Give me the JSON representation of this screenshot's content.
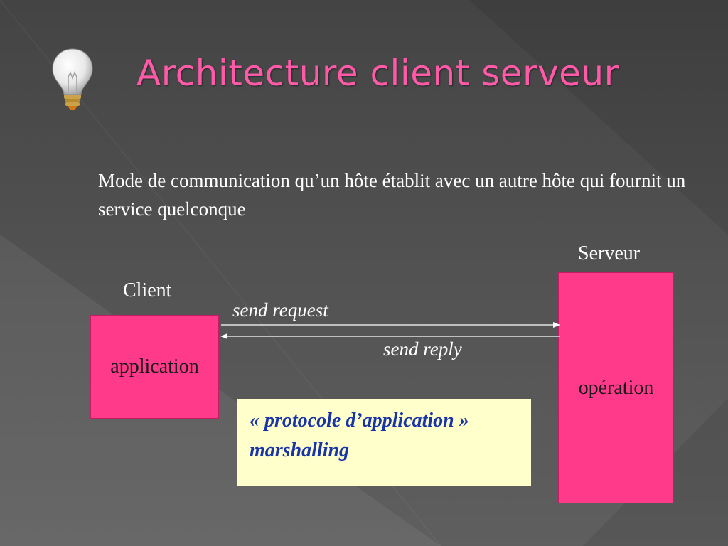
{
  "slide": {
    "title": "Architecture client serveur",
    "description": "Mode de communication qu’un hôte établit avec un autre hôte qui fournit un service quelconque"
  },
  "diagram": {
    "client": {
      "label": "Client",
      "box_text": "application"
    },
    "server": {
      "label": "Serveur",
      "box_text": "opération"
    },
    "messages": {
      "request": "send request",
      "reply": "send reply"
    },
    "protocol_note": {
      "line1": "« protocole d’application »",
      "line2": "marshalling"
    }
  },
  "colors": {
    "background": "#4a4a4a",
    "title": "#ff5aa8",
    "box_fill": "#ff3a8a",
    "note_fill": "#ffffcc",
    "note_text": "#1834a8"
  },
  "icons": {
    "title_icon": "light-bulb-icon"
  }
}
